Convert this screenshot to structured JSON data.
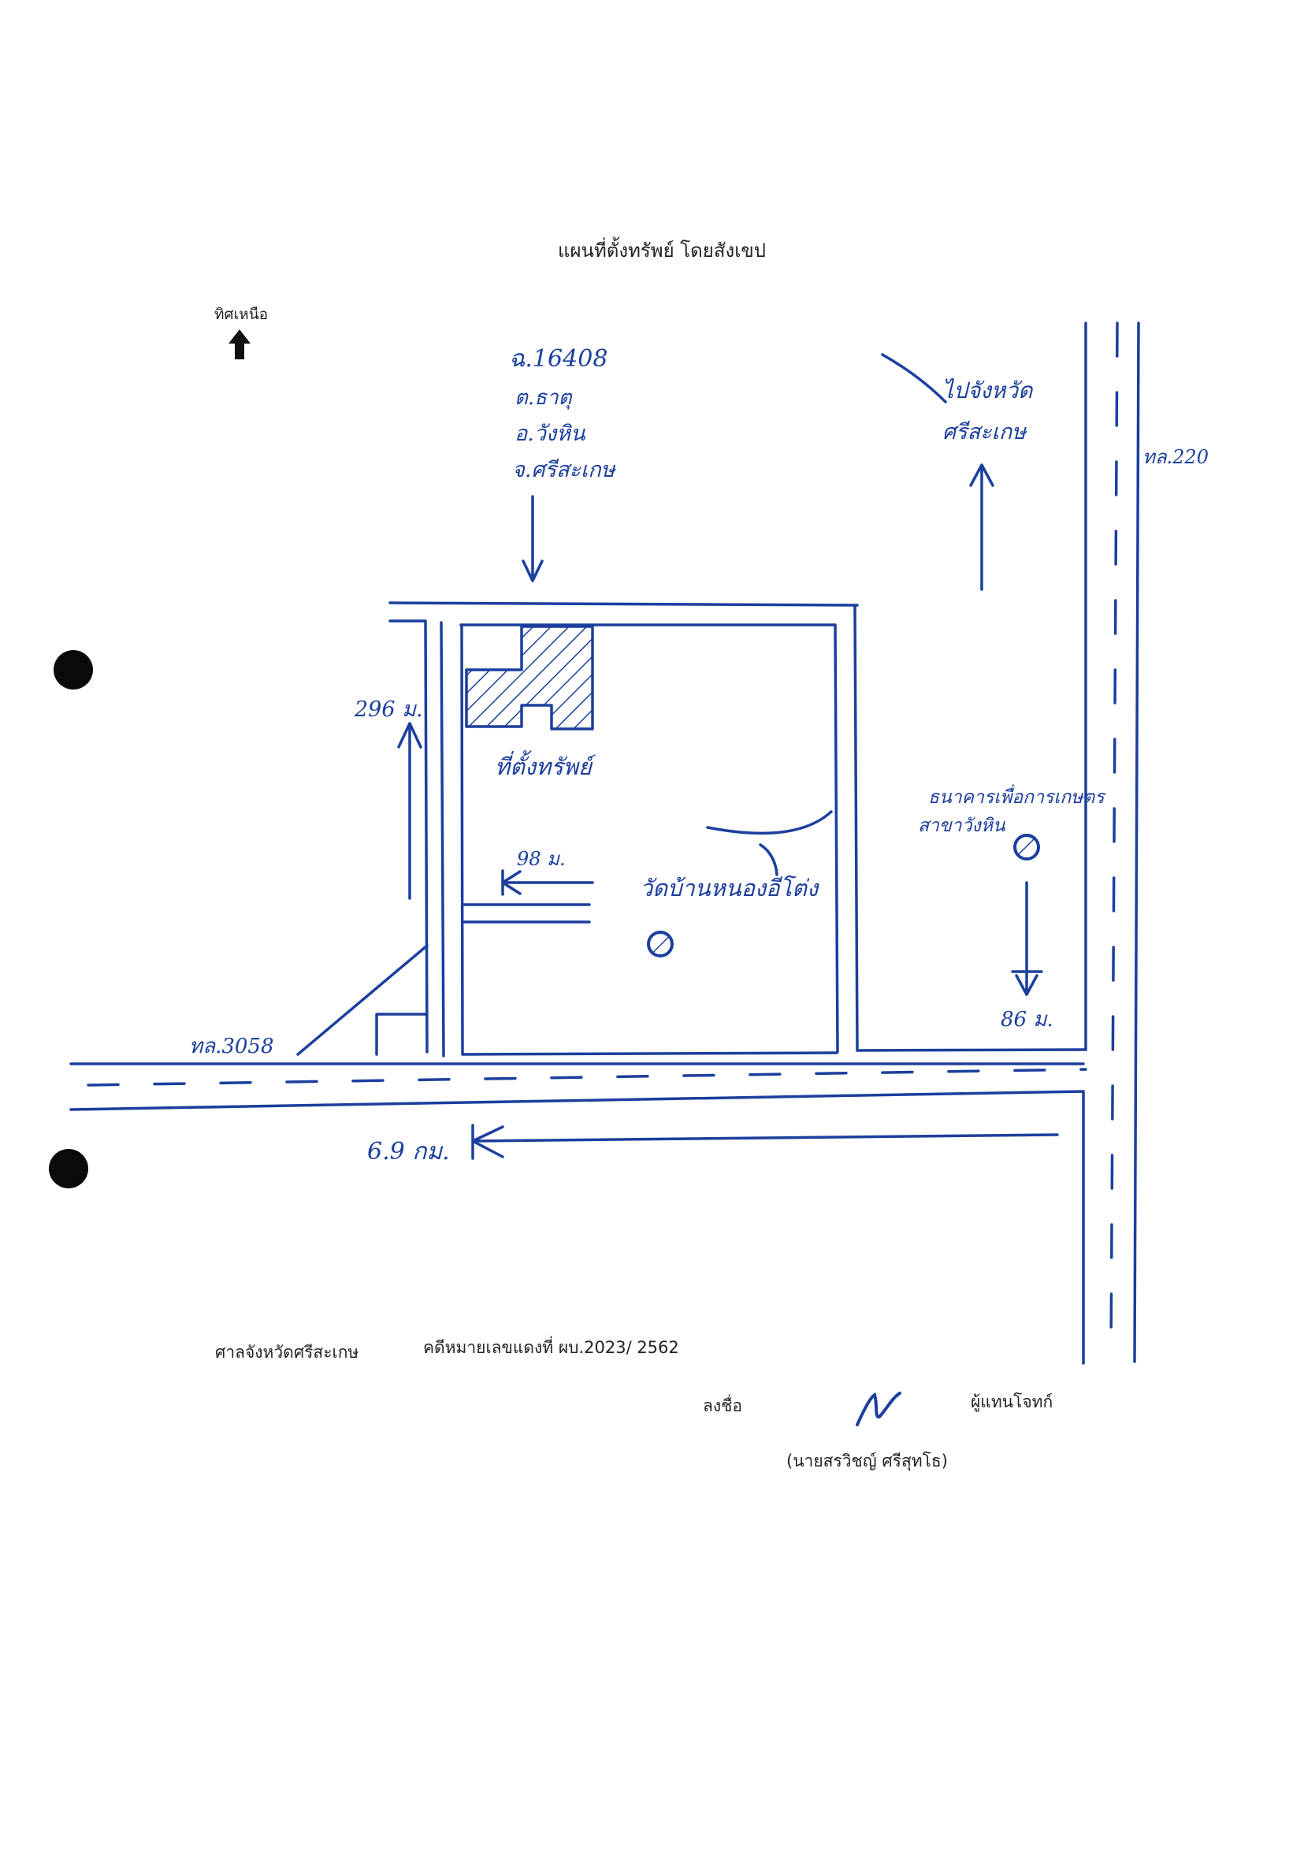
{
  "document": {
    "title": "แผนที่ตั้งทรัพย์ โดยสังเขป",
    "north_label": "ทิศเหนือ",
    "court": "ศาลจังหวัดศรีสะเกษ",
    "case_number": "คดีหมายเลขแดงที่ ผบ.2023/ 2562",
    "sign_label": "ลงชื่อ",
    "signer_role": "ผู้แทนโจทก์",
    "signer_name": "(นายสรวิชญ์ ศรีสุทโธ)"
  },
  "map": {
    "deed": {
      "line1": "ฉ.16408",
      "line2": "ต.ธาตุ",
      "line3": "อ.วังหิน",
      "line4": "จ.ศรีสะเกษ"
    },
    "to_province": {
      "line1": "ไปจังหวัด",
      "line2": "ศรีสะเกษ"
    },
    "road_220": "ทล.220",
    "road_3058": "ทล.3058",
    "dist_north": "296 ม.",
    "dist_west": "98 ม.",
    "dist_bank": "86 ม.",
    "dist_junction": "6.9 กม.",
    "property_label": "ที่ตั้งทรัพย์",
    "temple_label": "วัดบ้านหนองอีโต่ง",
    "bank": {
      "line1": "ธนาคารเพื่อการเกษตร",
      "line2": "สาขาวังหิน"
    }
  },
  "colors": {
    "ink_blue": "#1c3f9e",
    "printed_text": "#222222"
  }
}
